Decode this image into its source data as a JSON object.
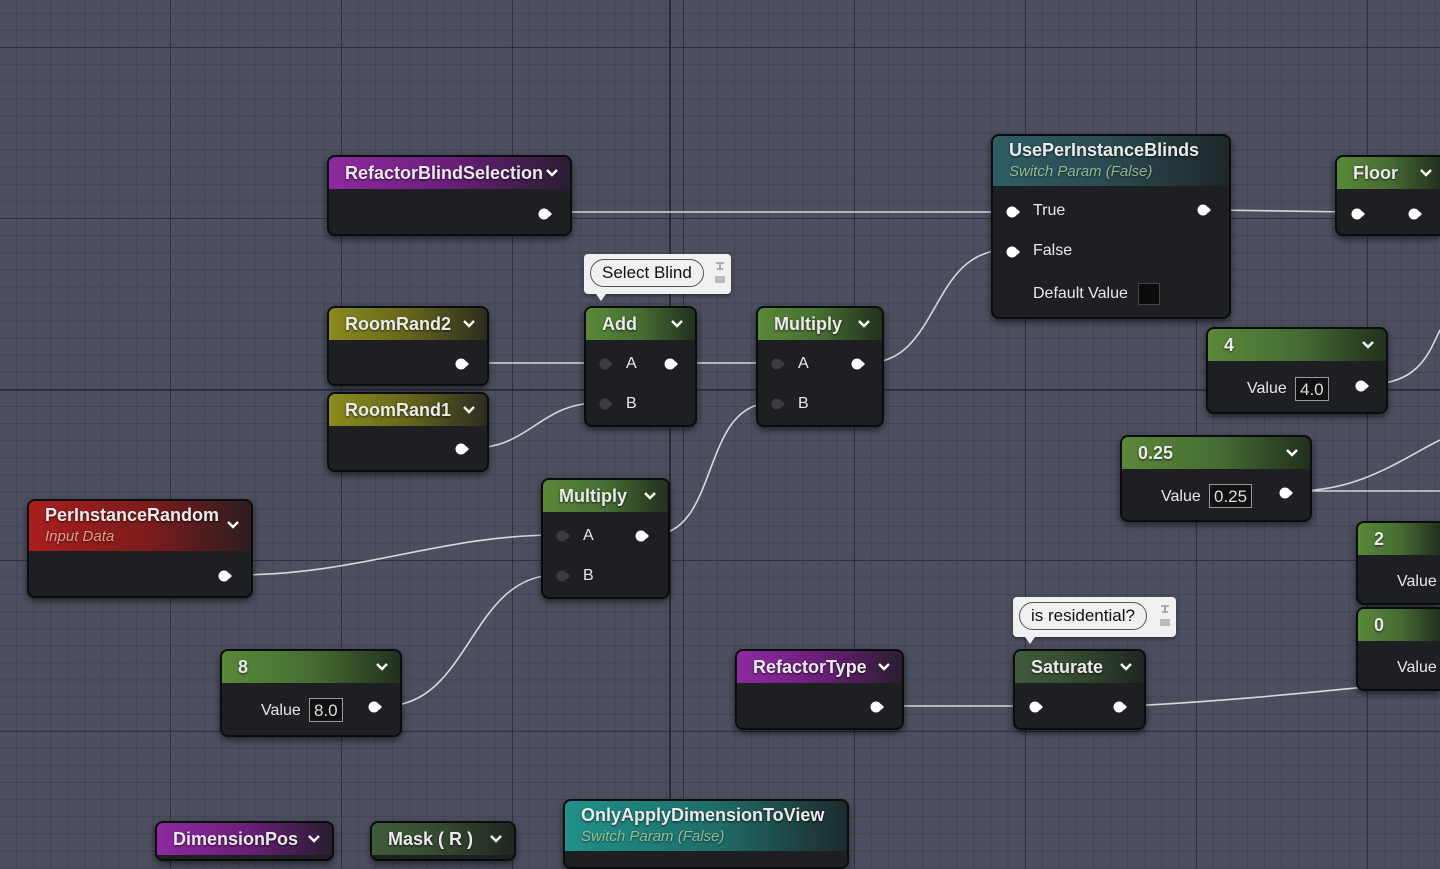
{
  "graph": {
    "nodes": {
      "refactor_blind_selection": {
        "title": "RefactorBlindSelection"
      },
      "use_per_instance_blinds": {
        "title": "UsePerInstanceBlinds",
        "subtitle": "Switch Param (False)",
        "pin_true": "True",
        "pin_false": "False",
        "default_label": "Default Value"
      },
      "floor": {
        "title": "Floor"
      },
      "room_rand2": {
        "title": "RoomRand2"
      },
      "room_rand1": {
        "title": "RoomRand1"
      },
      "add": {
        "title": "Add",
        "pin_a": "A",
        "pin_b": "B"
      },
      "multiply_top": {
        "title": "Multiply",
        "pin_a": "A",
        "pin_b": "B"
      },
      "multiply_mid": {
        "title": "Multiply",
        "pin_a": "A",
        "pin_b": "B"
      },
      "const_4": {
        "title": "4",
        "value_label": "Value",
        "value": "4.0"
      },
      "const_025": {
        "title": "0.25",
        "value_label": "Value",
        "value": "0.25"
      },
      "const_2": {
        "title": "2",
        "value_label": "Value"
      },
      "const_0": {
        "title": "0",
        "value_label": "Value"
      },
      "per_instance_random": {
        "title": "PerInstanceRandom",
        "subtitle": "Input Data"
      },
      "const_8": {
        "title": "8",
        "value_label": "Value",
        "value": "8.0"
      },
      "refactor_type": {
        "title": "RefactorType"
      },
      "saturate": {
        "title": "Saturate"
      },
      "dimension_pos": {
        "title": "DimensionPos"
      },
      "mask_r": {
        "title": "Mask ( R )"
      },
      "only_apply_dimension": {
        "title": "OnlyApplyDimensionToView",
        "subtitle": "Switch Param (False)"
      }
    },
    "comments": {
      "select_blind": "Select Blind",
      "is_residential": "is residential?"
    },
    "colors": {
      "background": "#4c4f5f",
      "node_body": "#1d1f22",
      "header_purple": "#8e2aa0",
      "header_olive": "#8c8b1d",
      "header_green": "#5a8838",
      "header_red": "#a81e1e",
      "header_teal": "#2a8c86",
      "wire": "#e8e8e8"
    },
    "icons": [
      "chevron-down-icon",
      "output-pin-icon",
      "input-pin-icon",
      "comment-pin-icon"
    ]
  }
}
